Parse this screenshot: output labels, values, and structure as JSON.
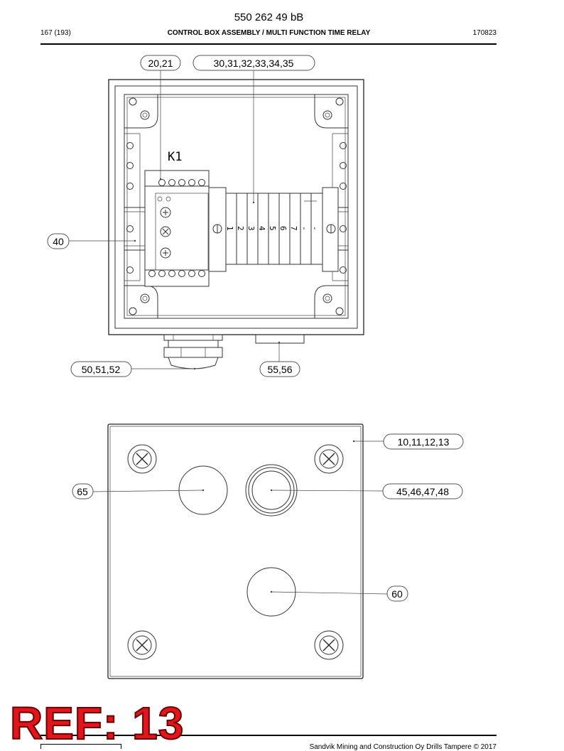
{
  "header": {
    "doc_number": "550 262 49 bB",
    "page": "167 (193)",
    "title": "CONTROL BOX ASSEMBLY / MULTI FUNCTION TIME RELAY",
    "date_code": "170823"
  },
  "drawing_top": {
    "relay_label": "K1",
    "terminal_numbers": [
      "1",
      "2",
      "3",
      "4",
      "5",
      "6",
      "7",
      "-",
      "-"
    ],
    "callouts": {
      "c20_21": "20,21",
      "c30_35": "30,31,32,33,34,35",
      "c40": "40",
      "c50_52": "50,51,52",
      "c55_56": "55,56"
    }
  },
  "drawing_bottom": {
    "callouts": {
      "c10_13": "10,11,12,13",
      "c65": "65",
      "c45_48": "45,46,47,48",
      "c60": "60"
    }
  },
  "stamp": {
    "ref_label": "REF: 13"
  },
  "footer": {
    "copyright": "Sandvik Mining and Construction Oy Drills Tampere © 2017"
  },
  "colors": {
    "stamp_fill": "#e4141b",
    "stamp_outline": "#6a0000",
    "line": "#333333"
  }
}
